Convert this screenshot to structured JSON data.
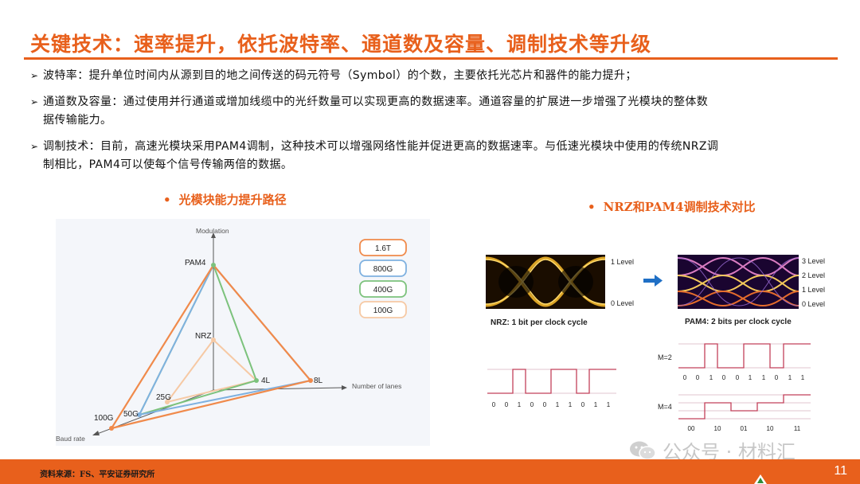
{
  "header": {
    "title": "关键技术：速率提升，依托波特率、通道数及容量、调制技术等升级"
  },
  "bullets": [
    {
      "line1": "波特率：提升单位时间内从源到目的地之间传送的码元符号（Symbol）的个数，主要依托光芯片和器件的能力提升；",
      "line2": ""
    },
    {
      "line1": "通道数及容量：通过使用并行通道或增加线缆中的光纤数量可以实现更高的数据速率。通道容量的扩展进一步增强了光模块的整体数",
      "line2": "据传输能力。"
    },
    {
      "line1": "调制技术：目前，高速光模块采用PAM4调制，这种技术可以增强网络性能并促进更高的数据速率。与低速光模块中使用的传统NRZ调",
      "line2": "制相比，PAM4可以使每个信号传输两倍的数据。"
    }
  ],
  "bullet_arrow": "➢",
  "left_figure": {
    "heading": "光模块能力提升路径",
    "axis_modulation": "Modulation",
    "axis_lanes": "Number of lanes",
    "axis_baud": "Baud rate",
    "labels": {
      "pam4": "PAM4",
      "nrz": "NRZ",
      "l4": "4L",
      "l8": "8L",
      "b25": "25G",
      "b50": "50G",
      "b100": "100G"
    },
    "legend": [
      "1.6T",
      "800G",
      "400G",
      "100G"
    ],
    "colors": {
      "1.6T": "#f08a4b",
      "800G": "#7fb1e0",
      "400G": "#7cc27c",
      "100G": "#f6c9a4"
    }
  },
  "right_figure": {
    "heading": "NRZ和PAM4调制技术对比",
    "nrz_levels": [
      "1 Level",
      "0 Level"
    ],
    "pam4_levels": [
      "3 Level",
      "2 Level",
      "1 Level",
      "0 Level"
    ],
    "nrz_caption": "NRZ: 1 bit per clock cycle",
    "pam4_caption": "PAM4: 2 bits per clock cycle",
    "m2_label": "M=2",
    "m4_label": "M=4",
    "nrz_bits": [
      "0",
      "0",
      "1",
      "0",
      "0",
      "1",
      "1",
      "0",
      "1",
      "1"
    ],
    "m2_bits": [
      "0",
      "0",
      "1",
      "0",
      "0",
      "1",
      "1",
      "0",
      "1",
      "1"
    ],
    "m4_symbols": [
      "00",
      "10",
      "01",
      "10",
      "11"
    ]
  },
  "footer": {
    "source": "资料来源：FS、平安证券研究所",
    "page": "11",
    "watermark": "公众号 · 材料汇"
  }
}
